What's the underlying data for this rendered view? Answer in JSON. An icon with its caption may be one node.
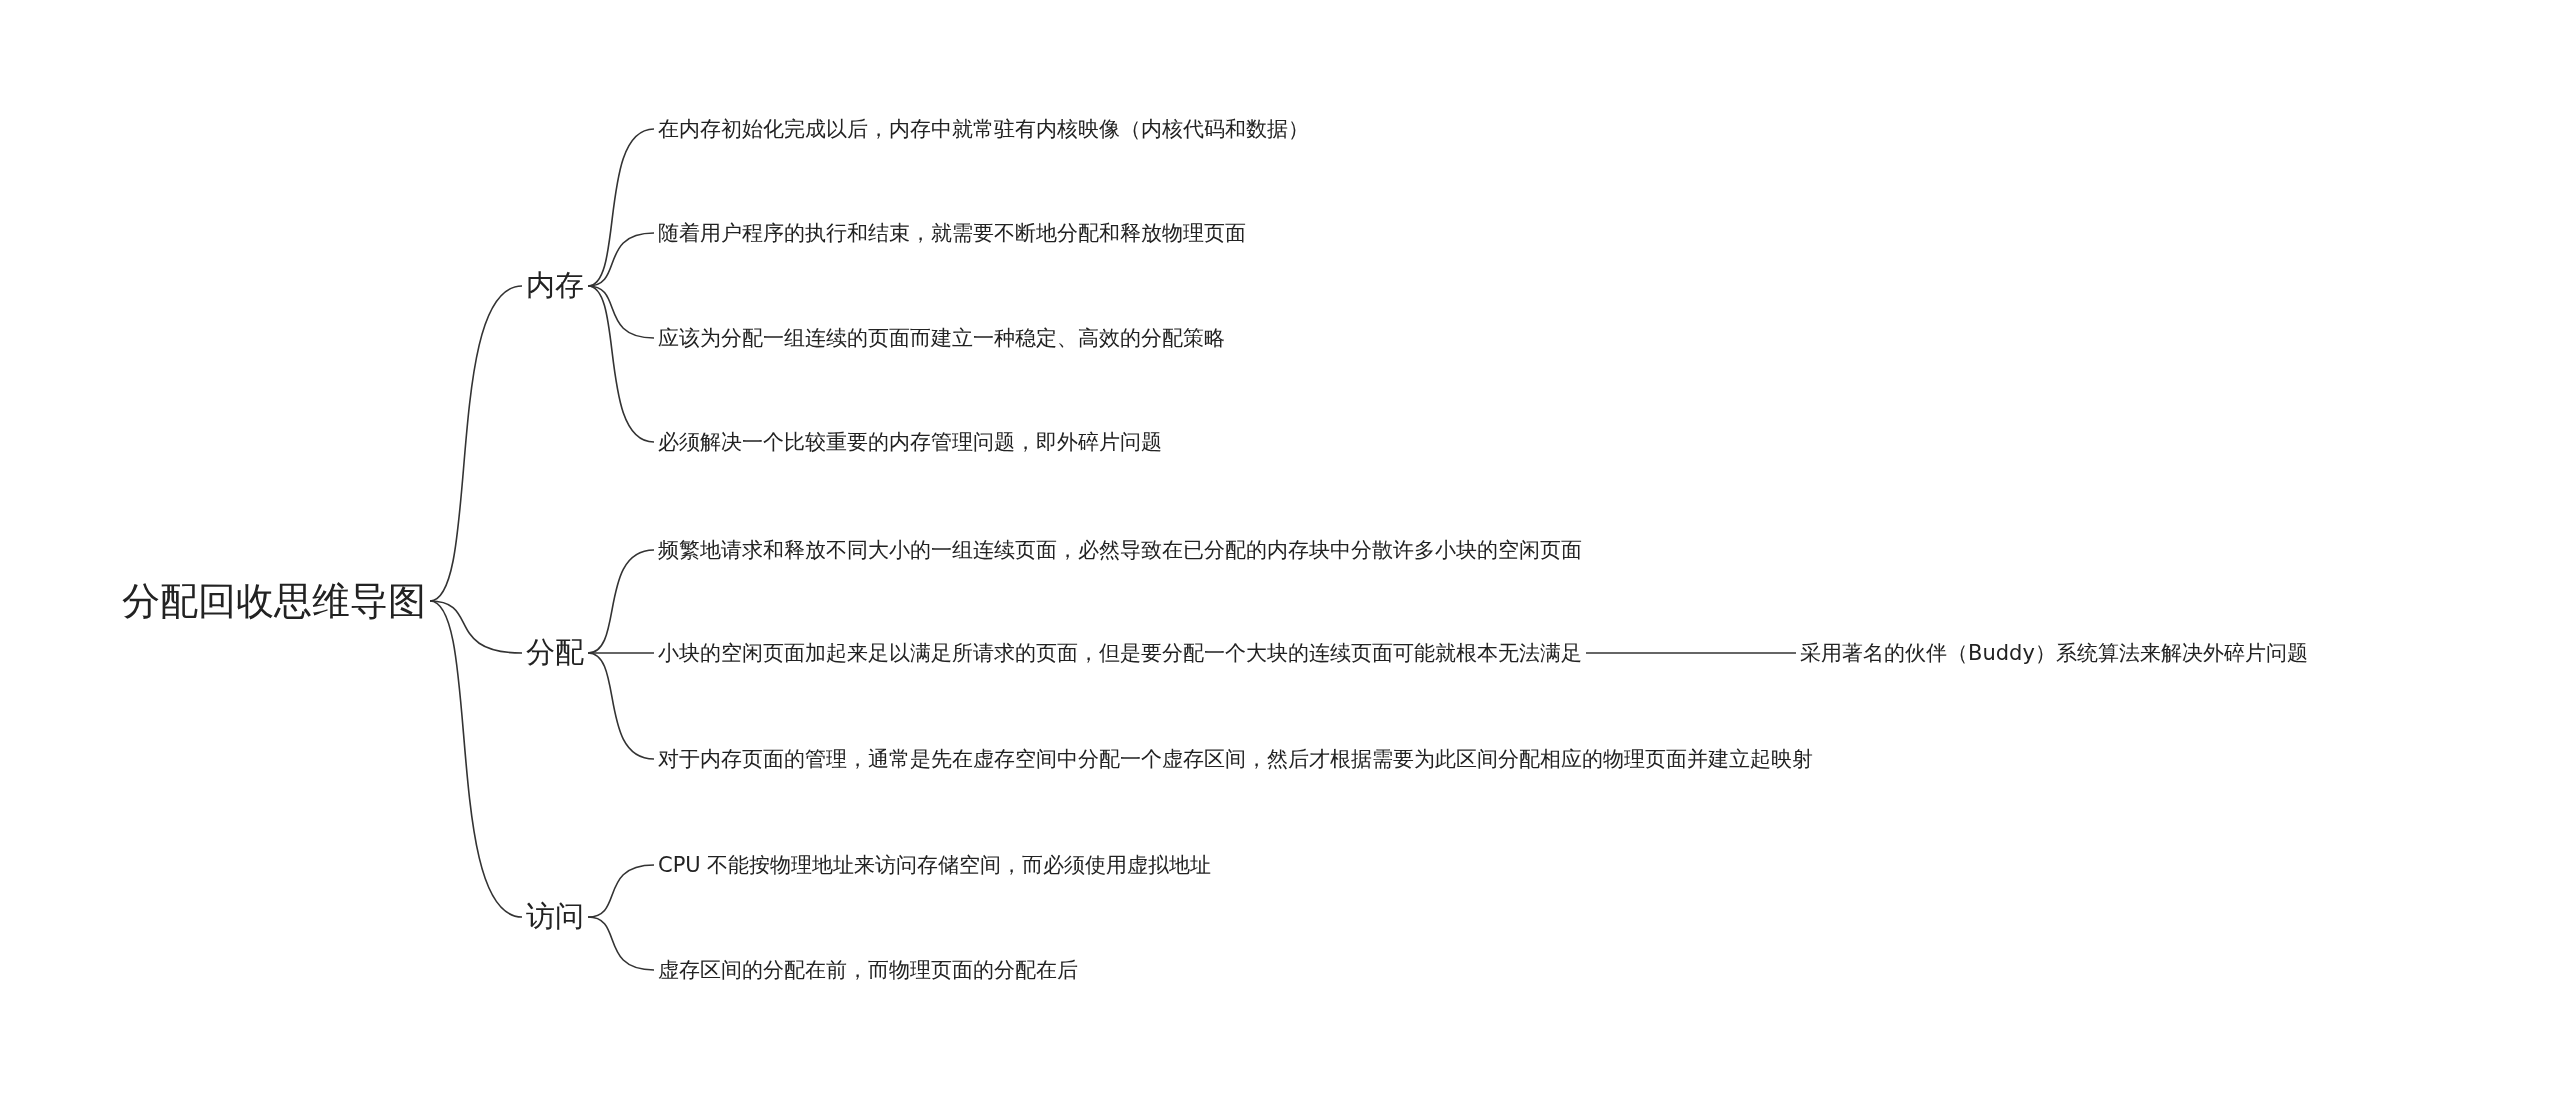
{
  "diagram": {
    "nodes": [
      {
        "text": [
          "分配回收思维导图"
        ]
      },
      {
        "text": [
          "内存"
        ]
      },
      {
        "text": [
          "在内存初始化完成以后，内存中就常驻有内核映像（内核代码和数据）"
        ]
      },
      {
        "text": [
          "随着用户程序的执行和结束，就需要不断地分配和释放物理页面"
        ]
      },
      {
        "text": [
          "应该为分配一组连续的页面而建立一种稳定、高效的分配策略"
        ]
      },
      {
        "text": [
          "必须解决一个比较重要的内存管理问题，即外碎片问题"
        ]
      },
      {
        "text": [
          "分配"
        ]
      },
      {
        "text": [
          "频繁地请求和释放不同大小的一组连续页面，必然导致在已分配的内存块中分散许多小块的空闲页面"
        ]
      },
      {
        "text": [
          "小块的空闲页面加起来足以满足所请求的页面，但是要分配一个大块的连续页面可能就根本无法满足"
        ]
      },
      {
        "text": [
          "对于内存页面的管理，通常是先在虚存空间中分配一个虚存区间，然后才根据需要为此区间分配相应的物理页面并建立起映射"
        ]
      },
      {
        "text": [
          "采用著名的伙伴（Buddy）系统算法来解决外碎片问题"
        ]
      },
      {
        "text": [
          "访问"
        ]
      },
      {
        "text": [
          "CPU 不能按物理地址来访问存储空间，而必须使用虚拟地址"
        ]
      },
      {
        "text": [
          "虚存区间的分配在前，而物理页面的分配在后"
        ]
      }
    ],
    "edges": [
      {
        "from": 0,
        "to": 1,
        "arrow": "none"
      },
      {
        "from": 0,
        "to": 6,
        "arrow": "none"
      },
      {
        "from": 0,
        "to": 11,
        "arrow": "none"
      },
      {
        "from": 1,
        "to": 2,
        "arrow": "none"
      },
      {
        "from": 1,
        "to": 3,
        "arrow": "none"
      },
      {
        "from": 1,
        "to": 4,
        "arrow": "none"
      },
      {
        "from": 1,
        "to": 5,
        "arrow": "none"
      },
      {
        "from": 6,
        "to": 7,
        "arrow": "none"
      },
      {
        "from": 6,
        "to": 8,
        "arrow": "none"
      },
      {
        "from": 6,
        "to": 9,
        "arrow": "none"
      },
      {
        "from": 8,
        "to": 10,
        "arrow": "none"
      },
      {
        "from": 11,
        "to": 12,
        "arrow": "none"
      },
      {
        "from": 11,
        "to": 13,
        "arrow": "none"
      }
    ]
  }
}
